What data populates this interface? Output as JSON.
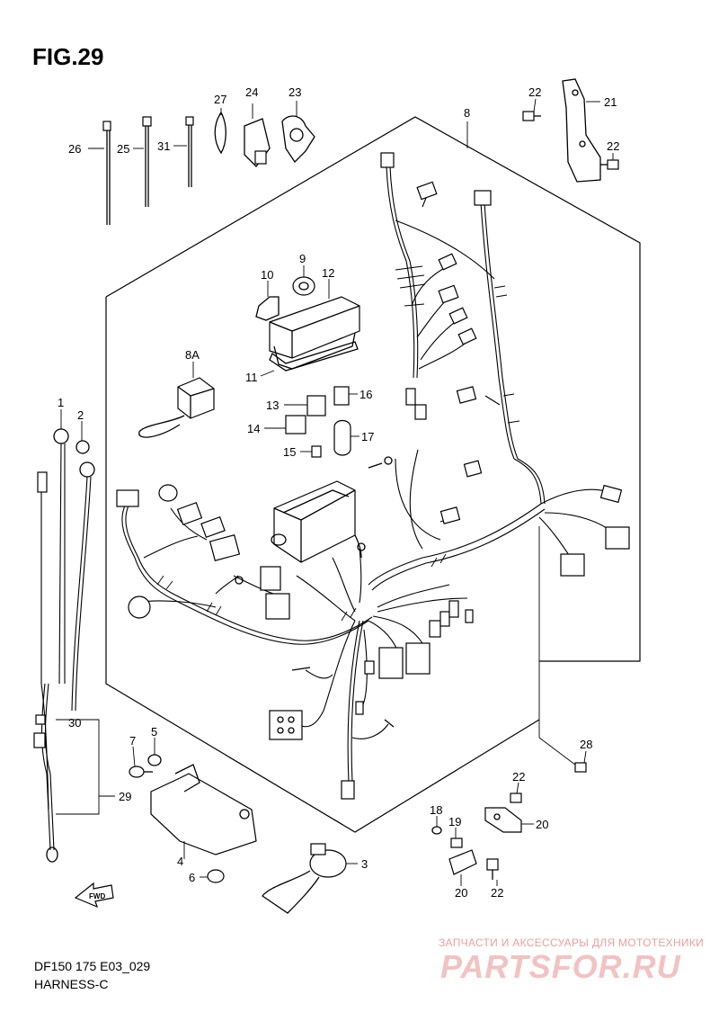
{
  "figure": {
    "title": "FIG.29",
    "code": "DF150 175 E03_029",
    "subtitle": "HARNESS-C"
  },
  "watermark": {
    "tagline": "ЗАПЧАСТИ И АКСЕССУАРЫ ДЛЯ МОТОТЕХНИКИ",
    "logo": "PARTSFOR.RU"
  },
  "callouts": {
    "p1": "1",
    "p2": "2",
    "p3": "3",
    "p4": "4",
    "p5": "5",
    "p6": "6",
    "p7": "7",
    "p8": "8",
    "p8a": "8A",
    "p9": "9",
    "p10": "10",
    "p11": "11",
    "p12": "12",
    "p13": "13",
    "p14": "14",
    "p15": "15",
    "p16": "16",
    "p17": "17",
    "p18": "18",
    "p19": "19",
    "p20a": "20",
    "p20b": "20",
    "p21": "21",
    "p22a": "22",
    "p22b": "22",
    "p22c": "22",
    "p22d": "22",
    "p23": "23",
    "p24": "24",
    "p25": "25",
    "p26": "26",
    "p27": "27",
    "p28": "28",
    "p29": "29",
    "p30": "30",
    "p31": "31"
  },
  "icons": {
    "fwd": "FWD"
  }
}
